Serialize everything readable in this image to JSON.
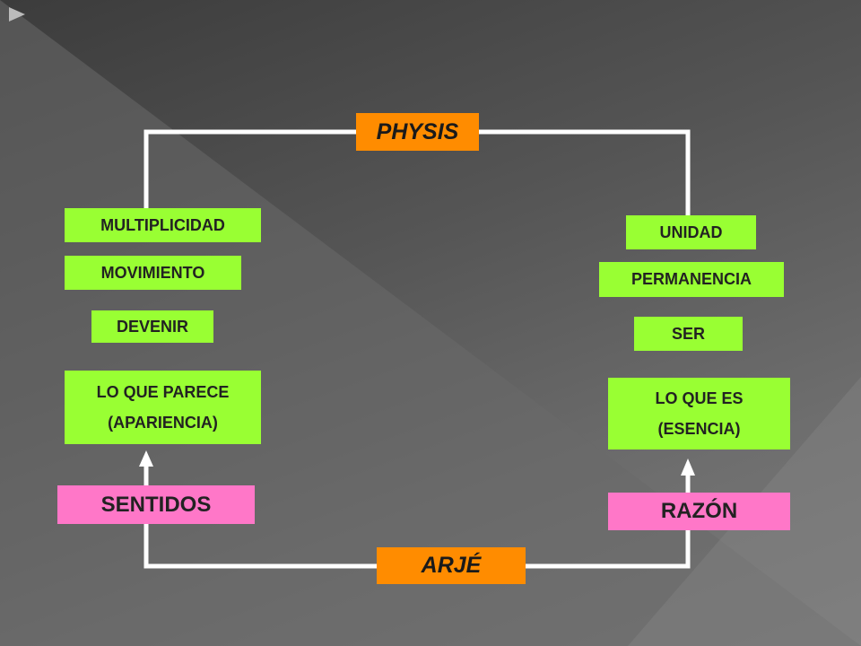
{
  "top": {
    "label": "PHYSIS"
  },
  "bottom": {
    "label": "ARJÉ"
  },
  "left": {
    "items": [
      "MULTIPLICIDAD",
      "MOVIMIENTO",
      "DEVENIR"
    ],
    "appearance": [
      "LO QUE PARECE",
      "(APARIENCIA)"
    ],
    "source": "SENTIDOS"
  },
  "right": {
    "items": [
      "UNIDAD",
      "PERMANENCIA",
      "SER"
    ],
    "essence": [
      "LO QUE ES",
      "(ESENCIA)"
    ],
    "source": "RAZÓN"
  },
  "colors": {
    "green": "#99ff33",
    "orange": "#ff8c00",
    "pink": "#ff77c8",
    "line": "#ffffff"
  }
}
